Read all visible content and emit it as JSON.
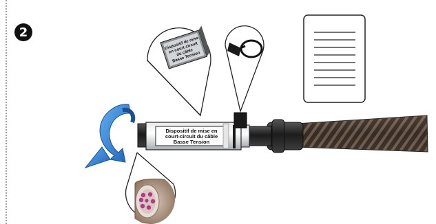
{
  "step": {
    "number": "2"
  },
  "device_label": {
    "lines": [
      "Dispositif de mise en",
      "court-circuit du câble",
      "Basse Tension"
    ]
  },
  "card_label": {
    "lines": [
      "Dispositif de mise",
      "en court-circuit",
      "du câble",
      "Basse Tension"
    ]
  },
  "icons": {
    "rotate": "rotate-arrow-icon",
    "document": "document-icon",
    "tag": "tag-icon"
  },
  "colors": {
    "arrow_blue": "#2f7fd6",
    "cable_dark": "#2a2a2a",
    "sleeve_gray": "#bfc2c6",
    "conductor_pink": "#b03a8a"
  }
}
